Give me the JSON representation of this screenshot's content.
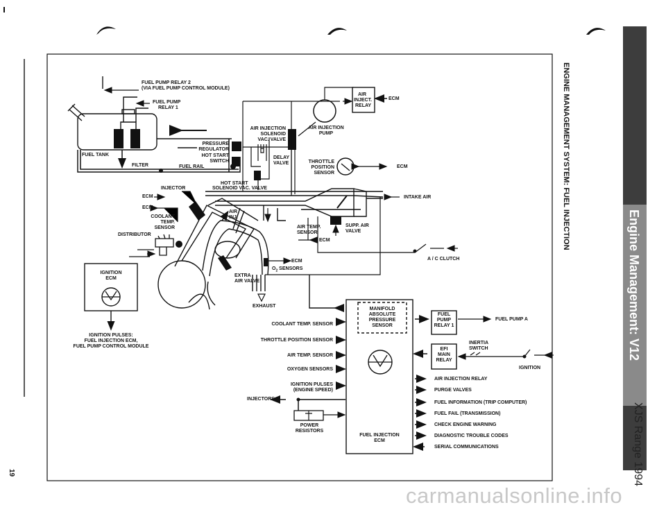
{
  "header": {
    "diagram_title": "ENGINE MANAGEMENT SYSTEM: FUEL INJECTION",
    "section_tab": "Engine Management: V12",
    "manual_title": "XJS Range 1994",
    "page_number": "19",
    "watermark": "carmanualsonline.info"
  },
  "labels": {
    "fuel_pump_relay2": "FUEL PUMP RELAY 2",
    "via_module": "(VIA FUEL PUMP CONTROL MODULE)",
    "fuel_pump": "FUEL PUMP",
    "relay1": "RELAY 1",
    "fuel_tank": "FUEL TANK",
    "filter": "FILTER",
    "fuel_rail": "FUEL RAIL",
    "pressure": "PRESSURE",
    "regulator": "REGULATOR",
    "hot_start": "HOT START",
    "switch": "SWITCH",
    "air_injection": "AIR INJECTION",
    "solenoid": "SOLENOID",
    "vac_valve": "VAC. VALVE",
    "air_injection_pump1": "AIR INJECTION",
    "air_injection_pump2": "PUMP",
    "delay": "DELAY",
    "valve": "VALVE",
    "hot_start2": "HOT START",
    "solenoid_vac_valve": "SOLENOID VAC. VALVE",
    "injector": "INJECTOR",
    "ecm": "ECM",
    "coolant": "COOLANT",
    "temp": "TEMP.",
    "sensor": "SENSOR",
    "distributor": "DISTRIBUTOR",
    "air": "AIR",
    "inj": "INJ.",
    "throttle": "THROTTLE",
    "position": "POSITION",
    "air_temp": "AIR TEMP.",
    "supp_air": "SUPP. AIR",
    "intake_air": "INTAKE AIR",
    "ac_clutch": "A / C CLUTCH",
    "o2_sensors_pre": "O",
    "o2_sub": "2",
    "o2_sensors_post": " SENSORS",
    "extra": "EXTRA",
    "air_valve": "AIR VALVE",
    "exhaust": "EXHAUST",
    "ignition": "IGNITION",
    "ignition_pulses": "IGNITION PULSES:",
    "fi_ecm_module1": "FUEL INJECTION ECM,",
    "fi_ecm_module2": "FUEL PUMP CONTROL MODULE",
    "air_inject_relay1": "AIR",
    "air_inject_relay2": "INJECT.",
    "air_inject_relay3": "RELAY",
    "manifold1": "MANIFOLD",
    "manifold2": "ABSOLUTE",
    "manifold3": "PRESSURE",
    "manifold4": "SENSOR",
    "in_coolant": "COOLANT TEMP. SENSOR",
    "in_throttle": "THROTTLE POSITION SENSOR",
    "in_air_temp": "AIR TEMP. SENSOR",
    "in_oxygen": "OXYGEN SENSORS",
    "in_ign1": "IGNITION PULSES",
    "in_ign2": "(ENGINE SPEED)",
    "injectors": "INJECTORS",
    "power1": "POWER",
    "power2": "RESISTORS",
    "fi_ecm1": "FUEL INJECTION",
    "fi_ecm2": "ECM",
    "fuel_pump_relay_box1": "FUEL",
    "fuel_pump_relay_box2": "PUMP",
    "fuel_pump_relay_box3": "RELAY 1",
    "fuel_pump_a": "FUEL PUMP A",
    "efi1": "EFI",
    "efi2": "MAIN",
    "efi3": "RELAY",
    "inertia1": "INERTIA",
    "inertia2": "SWITCH"
  },
  "outputs": [
    "AIR INJECTION RELAY",
    "PURGE VALVES",
    "FUEL INFORMATION (TRIP COMPUTER)",
    "FUEL FAIL (TRANSMISSION)",
    "CHECK ENGINE WARNING",
    "DIAGNOSTIC TROUBLE CODES",
    "SERIAL COMMUNICATIONS"
  ]
}
